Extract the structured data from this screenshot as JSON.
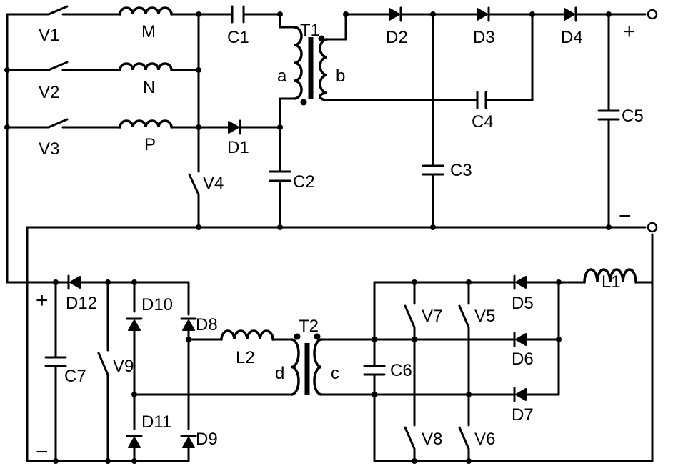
{
  "labels": {
    "V1": "V1",
    "V2": "V2",
    "V3": "V3",
    "V4": "V4",
    "V5": "V5",
    "V6": "V6",
    "V7": "V7",
    "V8": "V8",
    "V9": "V9",
    "M": "M",
    "N": "N",
    "P": "P",
    "C1": "C1",
    "C2": "C2",
    "C3": "C3",
    "C4": "C4",
    "C5": "C5",
    "C6": "C6",
    "C7": "C7",
    "D1": "D1",
    "D2": "D2",
    "D3": "D3",
    "D4": "D4",
    "D5": "D5",
    "D6": "D6",
    "D7": "D7",
    "D8": "D8",
    "D9": "D9",
    "D10": "D10",
    "D11": "D11",
    "D12": "D12",
    "T1": "T1",
    "T2": "T2",
    "a": "a",
    "b": "b",
    "c": "c",
    "d": "d",
    "L1": "L1",
    "L2": "L2",
    "plus_top": "+",
    "minus_top": "−",
    "plus_left": "+",
    "minus_left": "−"
  }
}
